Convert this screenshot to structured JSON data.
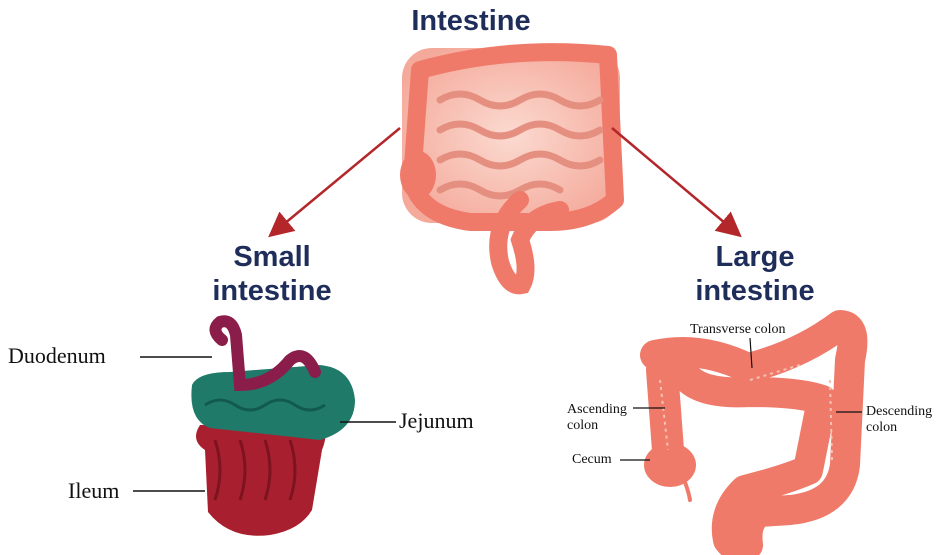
{
  "titles": {
    "main": "Intestine",
    "small": "Small\nintestine",
    "large": "Large\nintestine"
  },
  "small_labels": {
    "duodenum": "Duodenum",
    "jejunum": "Jejunum",
    "ileum": "Ileum"
  },
  "large_labels": {
    "transverse": "Transverse colon",
    "ascending": "Ascending\ncolon",
    "descending": "Descending\ncolon",
    "cecum": "Cecum"
  },
  "colors": {
    "title": "#1f2d5a",
    "arrow": "#b3262a",
    "colon": "#ef7a6a",
    "colon_light": "#f6aea0",
    "duodenum": "#8a1d4a",
    "jejunum": "#1f7a6a",
    "ileum": "#a8202f"
  }
}
